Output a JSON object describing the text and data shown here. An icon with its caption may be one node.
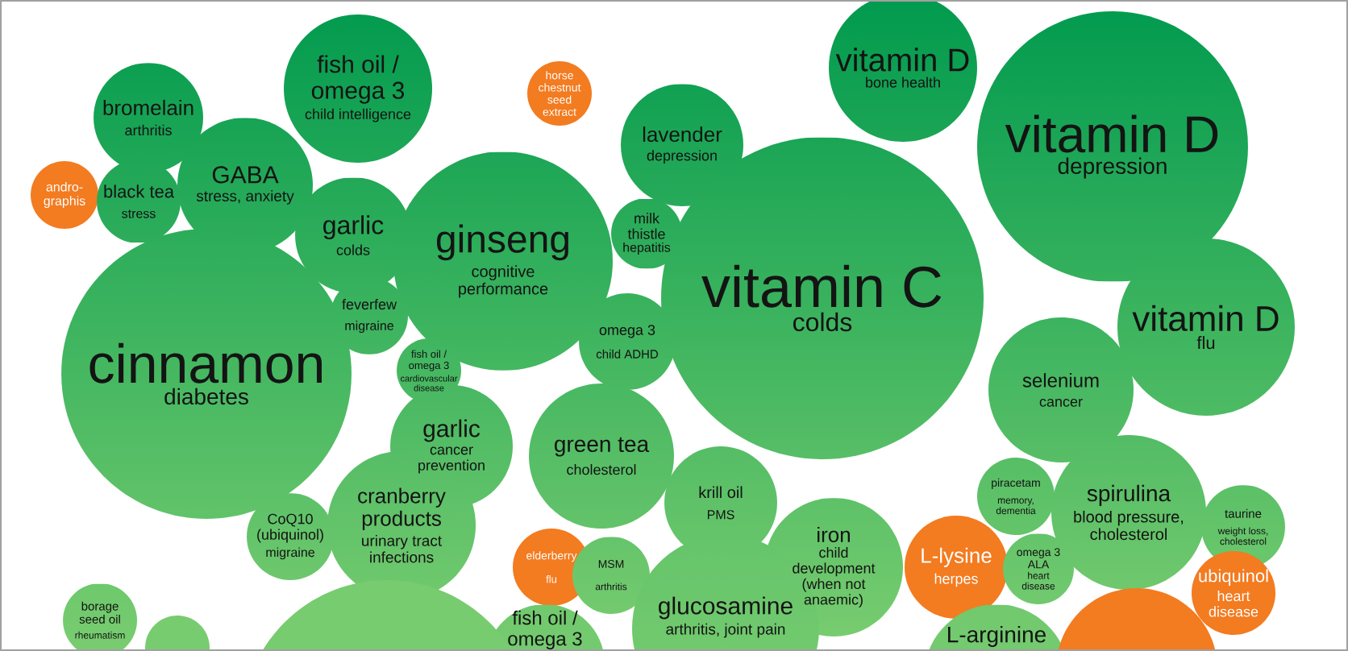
{
  "diagram": {
    "nodes": [
      {
        "text": [
          "bromelain",
          "arthritis"
        ]
      },
      {
        "text": [
          "andro-graphis"
        ]
      },
      {
        "text": [
          "black tea",
          "stress"
        ]
      },
      {
        "text": [
          "GABA",
          "stress, anxiety"
        ]
      },
      {
        "text": [
          "fish oil / omega 3",
          "child intelligence"
        ]
      },
      {
        "text": [
          "horse chestnut seed extract"
        ]
      },
      {
        "text": [
          "garlic",
          "colds"
        ]
      },
      {
        "text": [
          "lavender",
          "depression"
        ]
      },
      {
        "text": [
          "vitamin D",
          "bone health"
        ]
      },
      {
        "text": [
          "vitamin D",
          "depression"
        ]
      },
      {
        "text": [
          "ginseng",
          "cognitive performance"
        ]
      },
      {
        "text": [
          "milk thistle",
          "hepatitis"
        ]
      },
      {
        "text": [
          "vitamin C",
          "colds"
        ]
      },
      {
        "text": [
          "vitamin D",
          "flu"
        ]
      },
      {
        "text": [
          "cinnamon",
          "diabetes"
        ]
      },
      {
        "text": [
          "feverfew",
          "migraine"
        ]
      },
      {
        "text": [
          "fish oil / omega 3",
          "cardiovascular disease"
        ]
      },
      {
        "text": [
          "omega 3",
          "child ADHD"
        ]
      },
      {
        "text": [
          "selenium",
          "cancer"
        ]
      },
      {
        "text": [
          "garlic",
          "cancer prevention"
        ]
      },
      {
        "text": [
          "green tea",
          "cholesterol"
        ]
      },
      {
        "text": [
          "krill oil",
          "PMS"
        ]
      },
      {
        "text": [
          "CoQ10 (ubiquinol)",
          "migraine"
        ]
      },
      {
        "text": [
          "cranberry products",
          "urinary tract infections"
        ]
      },
      {
        "text": [
          "elderberry",
          "flu"
        ]
      },
      {
        "text": [
          "MSM",
          "arthritis"
        ]
      },
      {
        "text": [
          "iron",
          "child development (when not anaemic)"
        ]
      },
      {
        "text": [
          "piracetam",
          "memory, dementia"
        ]
      },
      {
        "text": [
          "spirulina",
          "blood pressure, cholesterol"
        ]
      },
      {
        "text": [
          "taurine",
          "weight loss, cholesterol"
        ]
      },
      {
        "text": [
          "L-lysine",
          "herpes"
        ]
      },
      {
        "text": [
          "omega 3 ALA",
          "heart disease"
        ]
      },
      {
        "text": [
          "ubiquinol",
          "heart disease"
        ]
      },
      {
        "text": [
          "borage seed oil",
          "rheumatism"
        ]
      },
      {
        "text": [
          "fish oil / omega 3"
        ]
      },
      {
        "text": [
          "glucosamine",
          "arthritis, joint pain"
        ]
      },
      {
        "text": [
          "L-arginine"
        ]
      },
      {
        "text": [],
        "shape": "circle"
      },
      {
        "text": [],
        "shape": "circle"
      },
      {
        "text": [],
        "shape": "circle"
      }
    ]
  }
}
